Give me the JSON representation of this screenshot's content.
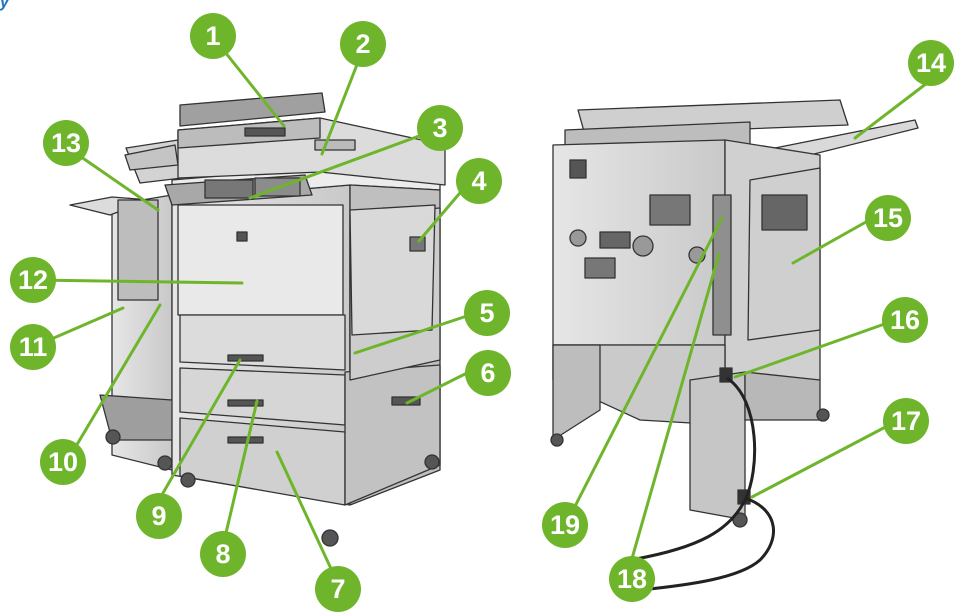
{
  "caption": "y",
  "colors": {
    "callout_fill": "#6fb52c",
    "callout_text": "#ffffff",
    "leader_line": "#6fb52c",
    "caption_text": "#1b72c2"
  },
  "callouts": [
    "1",
    "2",
    "3",
    "4",
    "5",
    "6",
    "7",
    "8",
    "9",
    "10",
    "11",
    "12",
    "13",
    "14",
    "15",
    "16",
    "17",
    "18",
    "19"
  ]
}
